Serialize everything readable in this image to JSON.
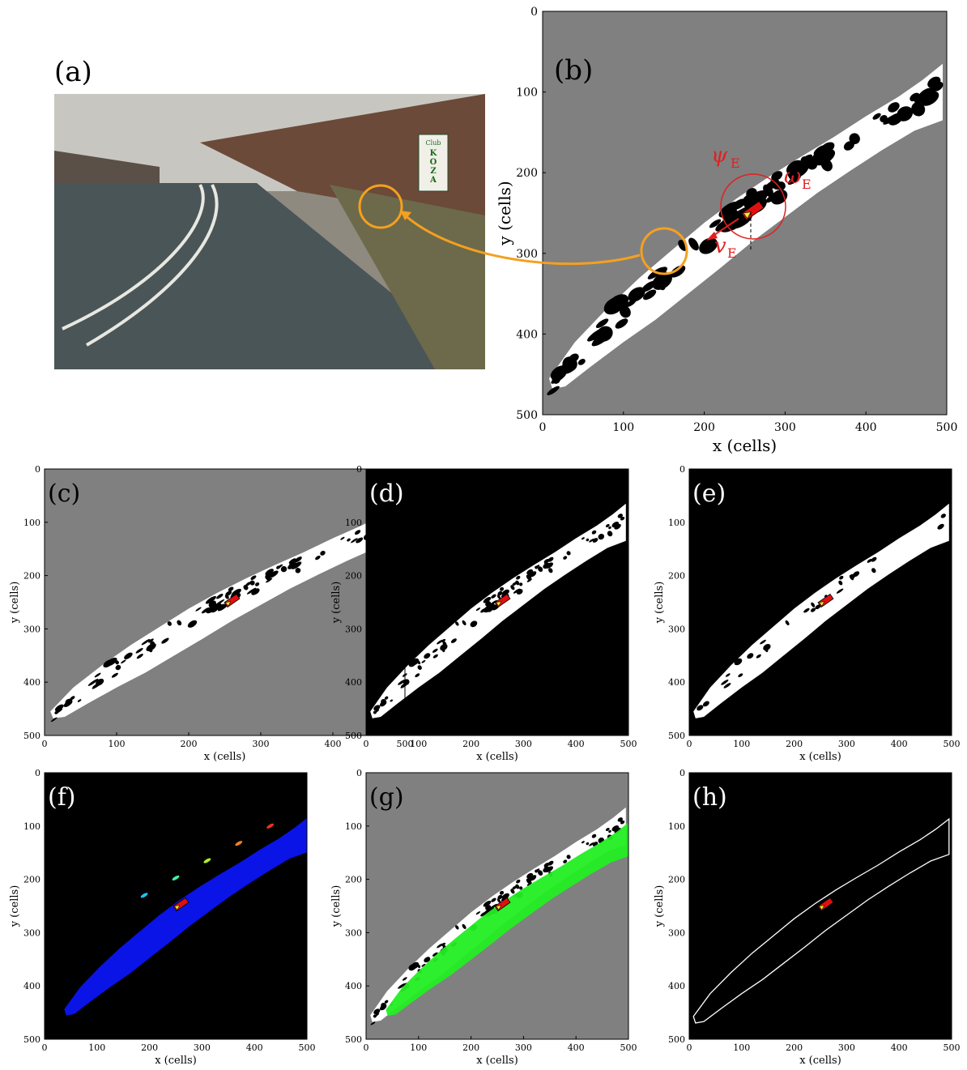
{
  "panels": [
    {
      "id": "a",
      "label": "(a)",
      "kind": "photo",
      "sign": {
        "line1": "Club",
        "letters": [
          "K",
          "O",
          "Z",
          "A"
        ]
      }
    },
    {
      "id": "b",
      "label": "(b)",
      "kind": "grid",
      "bg": "#808080",
      "fill": "#ffffff",
      "obstacles": "#000000",
      "annotations": {
        "psi": "ψ",
        "omega": "ω",
        "v": "v",
        "sub": "E"
      }
    },
    {
      "id": "c",
      "label": "(c)",
      "kind": "grid",
      "bg": "#808080",
      "fill": "#ffffff",
      "obstacles": "#000000"
    },
    {
      "id": "d",
      "label": "(d)",
      "kind": "grid",
      "bg": "#000000",
      "fill": "#ffffff",
      "obstacles": "#000000"
    },
    {
      "id": "e",
      "label": "(e)",
      "kind": "grid",
      "bg": "#000000",
      "fill": "#ffffff",
      "obstacles": "#000000"
    },
    {
      "id": "f",
      "label": "(f)",
      "kind": "grid",
      "bg": "#000000",
      "fill": "#0a14e6",
      "obstacles": "#000000"
    },
    {
      "id": "g",
      "label": "(g)",
      "kind": "grid",
      "bg": "#808080",
      "fill": "#ffffff",
      "obstacles": "#000000",
      "region": "#22ee22"
    },
    {
      "id": "h",
      "label": "(h)",
      "kind": "grid",
      "bg": "#000000",
      "fill": "none",
      "obstacles": "#000000",
      "contour": "#ffffff"
    }
  ],
  "axes": {
    "xlabel": "x (cells)",
    "ylabel": "y (cells)",
    "xticks": [
      "0",
      "100",
      "200",
      "300",
      "400",
      "500"
    ],
    "yticks": [
      "0",
      "100",
      "200",
      "300",
      "400",
      "500"
    ]
  },
  "colors": {
    "highlight": "#f5a020",
    "annotation": "#e02020",
    "vehicle": "#e01010",
    "vehicle_marker": "#f0f020"
  }
}
